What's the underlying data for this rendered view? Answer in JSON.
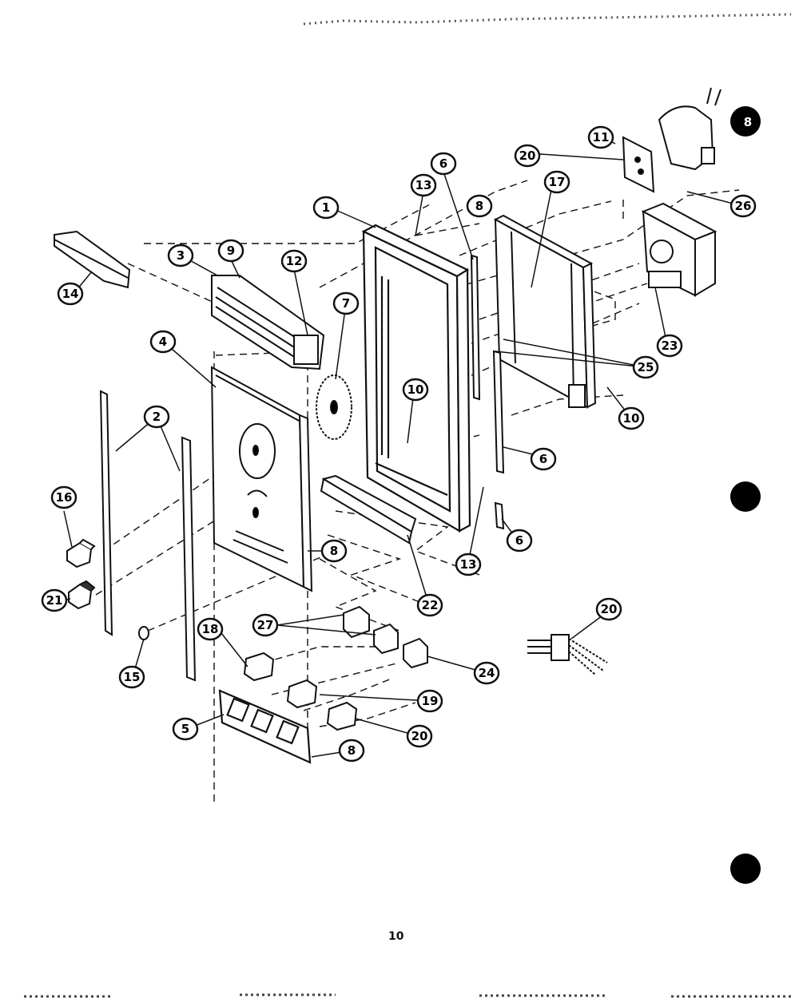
{
  "page_number": "10",
  "callouts": [
    {
      "id": "c1",
      "label": "1"
    },
    {
      "id": "c2",
      "label": "2"
    },
    {
      "id": "c3",
      "label": "3"
    },
    {
      "id": "c4",
      "label": "4"
    },
    {
      "id": "c5",
      "label": "5"
    },
    {
      "id": "c6a",
      "label": "6"
    },
    {
      "id": "c6b",
      "label": "6"
    },
    {
      "id": "c6c",
      "label": "6"
    },
    {
      "id": "c7",
      "label": "7"
    },
    {
      "id": "c8a",
      "label": "8"
    },
    {
      "id": "c8b",
      "label": "8"
    },
    {
      "id": "c8c",
      "label": "8"
    },
    {
      "id": "c8d",
      "label": "8"
    },
    {
      "id": "c9",
      "label": "9"
    },
    {
      "id": "c10a",
      "label": "10"
    },
    {
      "id": "c10b",
      "label": "10"
    },
    {
      "id": "c11",
      "label": "11"
    },
    {
      "id": "c12",
      "label": "12"
    },
    {
      "id": "c13a",
      "label": "13"
    },
    {
      "id": "c13b",
      "label": "13"
    },
    {
      "id": "c14",
      "label": "14"
    },
    {
      "id": "c15",
      "label": "15"
    },
    {
      "id": "c16",
      "label": "16"
    },
    {
      "id": "c17",
      "label": "17"
    },
    {
      "id": "c18",
      "label": "18"
    },
    {
      "id": "c19",
      "label": "19"
    },
    {
      "id": "c20a",
      "label": "20"
    },
    {
      "id": "c20b",
      "label": "20"
    },
    {
      "id": "c20c",
      "label": "20"
    },
    {
      "id": "c21",
      "label": "21"
    },
    {
      "id": "c22",
      "label": "22"
    },
    {
      "id": "c23",
      "label": "23"
    },
    {
      "id": "c24",
      "label": "24"
    },
    {
      "id": "c25",
      "label": "25"
    },
    {
      "id": "c26",
      "label": "26"
    },
    {
      "id": "c27",
      "label": "27"
    }
  ]
}
